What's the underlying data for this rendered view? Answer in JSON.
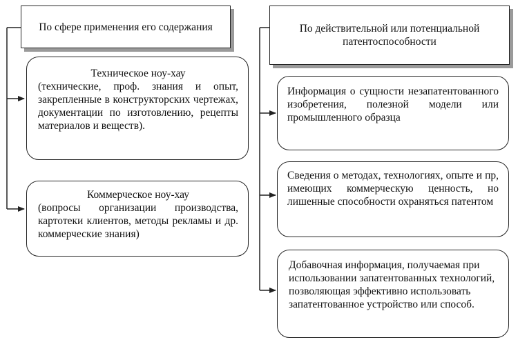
{
  "left_column": {
    "header": "По сфере применения его содержания",
    "items": [
      {
        "title": "Техническое ноу-хау",
        "body": "(технические, проф. знания и опыт, закрепленные в конструкторских чертежах, документации по изготовлению, рецепты материалов и веществ)."
      },
      {
        "title": "Коммерческое ноу-хау",
        "body": "(вопросы организации производства, картотеки клиентов, методы рекламы и др. коммерческие знания)"
      }
    ]
  },
  "right_column": {
    "header": "По действительной или потенциальной патентоспособности",
    "items": [
      {
        "body": "Информация о сущности незапатентованного изобретения, полезной модели или промышленного образца"
      },
      {
        "body": "Сведения о методах, технологиях, опыте и пр, имеющих коммерческую ценность, но лишенные способности охраняться патентом"
      },
      {
        "body": "Добавочная информация, получаемая при использовании запатентованных технологий, позволяющая эффективно использовать запатентованное устройство или способ."
      }
    ]
  },
  "colors": {
    "line": "#222222",
    "shadow": "#9a9a9a",
    "background": "#ffffff"
  }
}
